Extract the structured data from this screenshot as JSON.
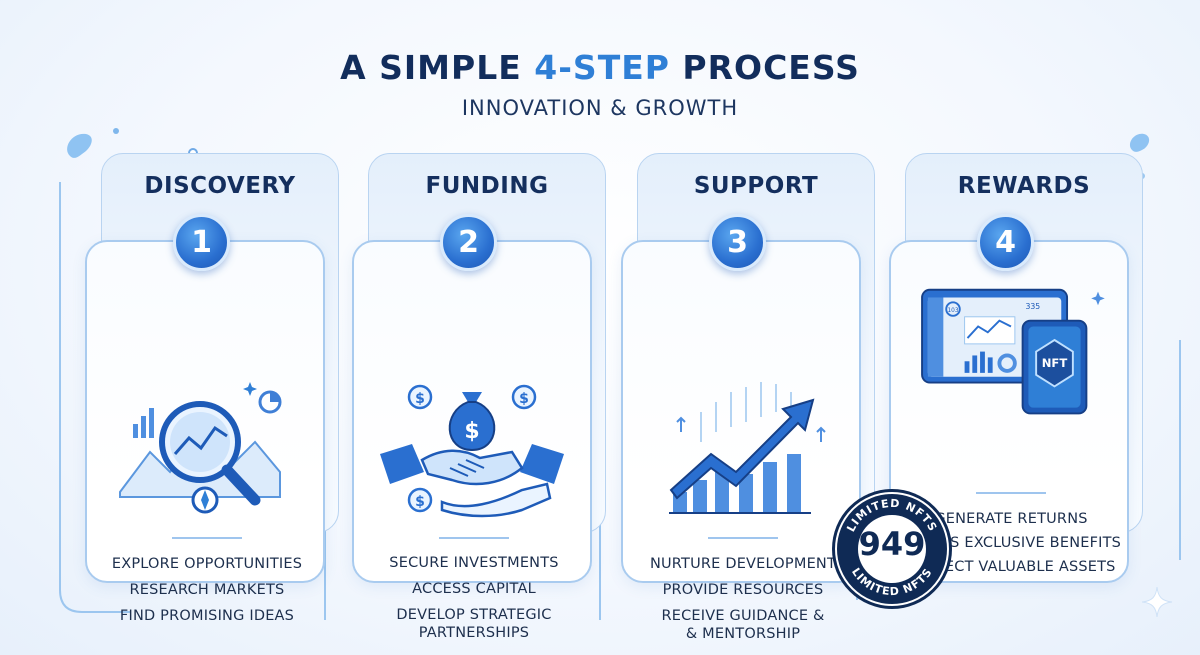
{
  "header": {
    "title_prefix": "A SIMPLE ",
    "title_accent": "4-STEP",
    "title_suffix": " PROCESS",
    "subtitle": "INNOVATION & GROWTH"
  },
  "steps": [
    {
      "number": "1",
      "name": "DISCOVERY",
      "lines": [
        "EXPLORE OPPORTUNITIES",
        "RESEARCH MARKETS",
        "FIND PROMISING IDEAS"
      ]
    },
    {
      "number": "2",
      "name": "FUNDING",
      "lines": [
        "SECURE INVESTMENTS",
        "ACCESS CAPITAL",
        "DEVELOP STRATEGIC",
        "PARTNERSHIPS"
      ]
    },
    {
      "number": "3",
      "name": "SUPPORT",
      "lines": [
        "NURTURE DEVELOPMENT",
        "PROVIDE RESOURCES",
        "RECEIVE GUIDANCE &",
        "& MENTORSHIP"
      ]
    },
    {
      "number": "4",
      "name": "REWARDS",
      "lines": [
        "GENERATE RETURNS",
        "ACCESS EXCLUSIVE BENEFITS",
        "COLLECT VALUABLE ASSETS"
      ]
    }
  ],
  "illustrations": {
    "discovery_icon": "magnifier-chart-icon",
    "funding_icon": "money-bag-handshake-icon",
    "support_icon": "growth-arrow-chart-icon",
    "rewards_icon": "nft-dashboard-icon",
    "funding_currency": "$",
    "rewards_screen_numbers": [
      "103",
      "335"
    ],
    "nft_label": "NFT"
  },
  "seal": {
    "number": "949",
    "ring_text_top": "LIMITED NFTS",
    "ring_text_bottom": "LIMITED NFTS"
  },
  "colors": {
    "navy": "#12305e",
    "accent": "#2f7fd6",
    "card_border": "#a9cbef",
    "badge": "#2a6fd0"
  }
}
